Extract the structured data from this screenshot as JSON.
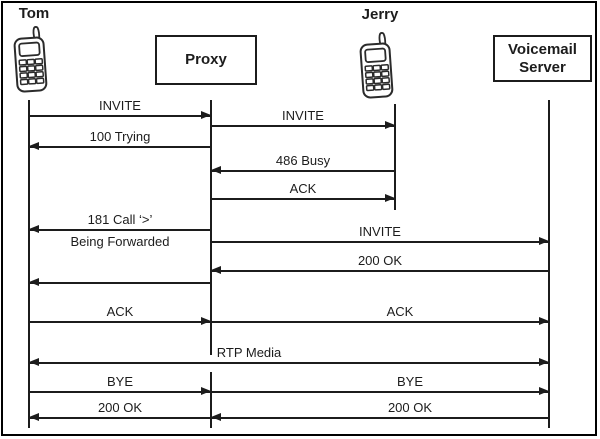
{
  "colors": {
    "background": "#ffffff",
    "line": "#1c1c1c",
    "frame_border": "#000000"
  },
  "actors": [
    {
      "id": "tom",
      "label": "Tom",
      "kind": "phone",
      "icon": "cell-phone-icon"
    },
    {
      "id": "proxy",
      "label": "Proxy",
      "kind": "box"
    },
    {
      "id": "jerry",
      "label": "Jerry",
      "kind": "phone",
      "icon": "cell-phone-icon"
    },
    {
      "id": "voicemail",
      "label": "Voicemail Server",
      "kind": "box"
    }
  ],
  "messages": [
    {
      "label": "INVITE",
      "from": "Tom",
      "to": "Proxy"
    },
    {
      "label": "INVITE",
      "from": "Proxy",
      "to": "Jerry"
    },
    {
      "label": "100 Trying",
      "from": "Proxy",
      "to": "Tom"
    },
    {
      "label": "486 Busy",
      "from": "Jerry",
      "to": "Proxy"
    },
    {
      "label": "ACK",
      "from": "Proxy",
      "to": "Jerry"
    },
    {
      "label": "181 Call ‘>’",
      "label_line2": "Being Forwarded",
      "from": "Proxy",
      "to": "Tom"
    },
    {
      "label": "INVITE",
      "from": "Proxy",
      "to": "Voicemail Server"
    },
    {
      "label": "200 OK",
      "from": "Voicemail Server",
      "to": "Proxy"
    },
    {
      "label": "",
      "from": "Proxy",
      "to": "Tom"
    },
    {
      "label": "ACK",
      "from": "Tom",
      "to": "Proxy"
    },
    {
      "label": "ACK",
      "from": "Proxy",
      "to": "Voicemail Server"
    },
    {
      "label": "RTP Media",
      "from": "Tom",
      "to": "Voicemail Server",
      "bidirectional": true
    },
    {
      "label": "BYE",
      "from": "Tom",
      "to": "Proxy"
    },
    {
      "label": "BYE",
      "from": "Proxy",
      "to": "Voicemail Server"
    },
    {
      "label": "200 OK",
      "from": "Proxy",
      "to": "Tom"
    },
    {
      "label": "200 OK",
      "from": "Voicemail Server",
      "to": "Proxy"
    }
  ]
}
